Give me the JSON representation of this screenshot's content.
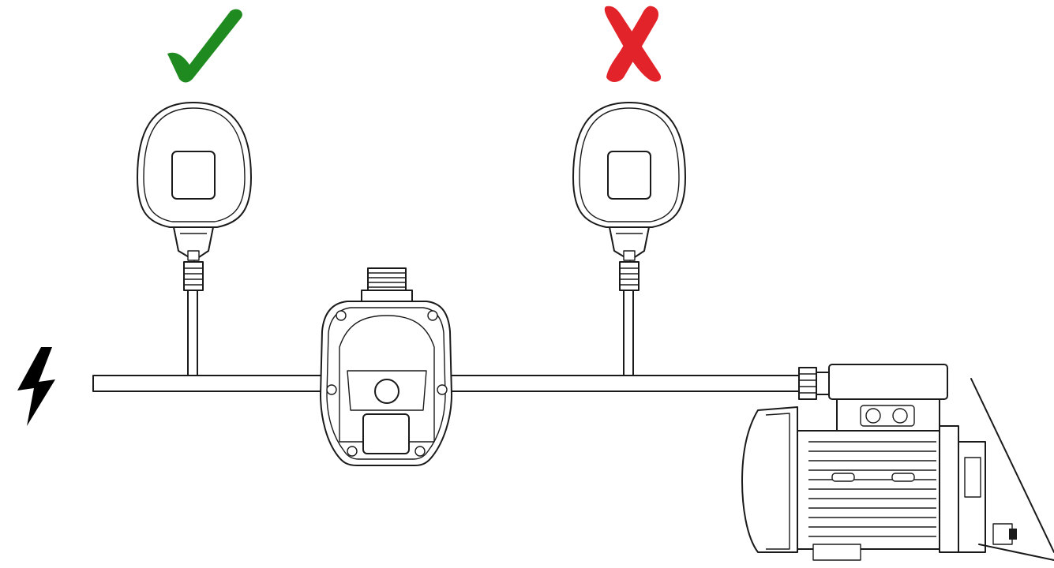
{
  "colors": {
    "correct": "#1f8a1f",
    "incorrect": "#e3232a",
    "outline": "#1a1a1a",
    "background": "#ffffff"
  },
  "icons": {
    "power": "lightning-bolt-icon",
    "correct": "check-mark-icon",
    "incorrect": "cross-mark-icon"
  },
  "devices": {
    "correct_position": "wall-plug-device",
    "incorrect_position": "wall-plug-device",
    "inline_controller": "pressure-controller",
    "pump": "electric-pump-motor"
  }
}
